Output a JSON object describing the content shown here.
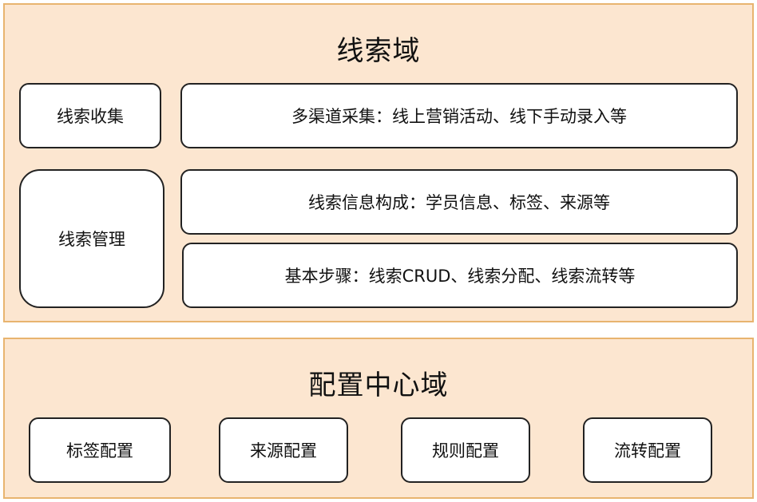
{
  "lead_domain": {
    "title": "线索域",
    "collect": {
      "label": "线索收集",
      "detail": "多渠道采集：线上营销活动、线下手动录入等"
    },
    "manage": {
      "label": "线索管理",
      "info": "线索信息构成：学员信息、标签、来源等",
      "steps": "基本步骤：线索CRUD、线索分配、线索流转等"
    }
  },
  "config_domain": {
    "title": "配置中心域",
    "items": [
      "标签配置",
      "来源配置",
      "规则配置",
      "流转配置"
    ]
  },
  "colors": {
    "domain_fill": "#fce6d0",
    "domain_border": "#e8b46f",
    "box_border": "#222222"
  }
}
